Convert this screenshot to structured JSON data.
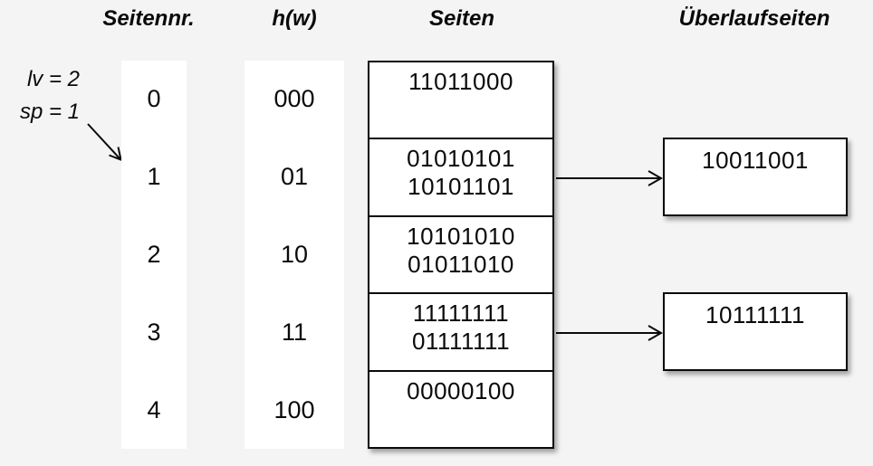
{
  "colors": {
    "background": "#f4f4f4",
    "ink": "#0a0a0a",
    "box_fill": "#ffffff"
  },
  "headers": {
    "page_number": "Seitennr.",
    "hash": "h(w)",
    "pages": "Seiten",
    "overflow_pages": "Überlaufseiten"
  },
  "annotation": {
    "line1": "lv = 2",
    "line2": "sp = 1"
  },
  "rows": [
    {
      "page_no": "0",
      "hash": "000",
      "entries": [
        "11011000"
      ]
    },
    {
      "page_no": "1",
      "hash": "01",
      "entries": [
        "01010101",
        "10101101"
      ],
      "overflow": [
        "10011001"
      ]
    },
    {
      "page_no": "2",
      "hash": "10",
      "entries": [
        "10101010",
        "01011010"
      ]
    },
    {
      "page_no": "3",
      "hash": "11",
      "entries": [
        "11111111",
        "01111111"
      ],
      "overflow": [
        "10111111"
      ]
    },
    {
      "page_no": "4",
      "hash": "100",
      "entries": [
        "00000100"
      ]
    }
  ],
  "connections": [
    {
      "from_row": "1",
      "to": "overflow-box-1"
    },
    {
      "from_row": "3",
      "to": "overflow-box-2"
    }
  ]
}
